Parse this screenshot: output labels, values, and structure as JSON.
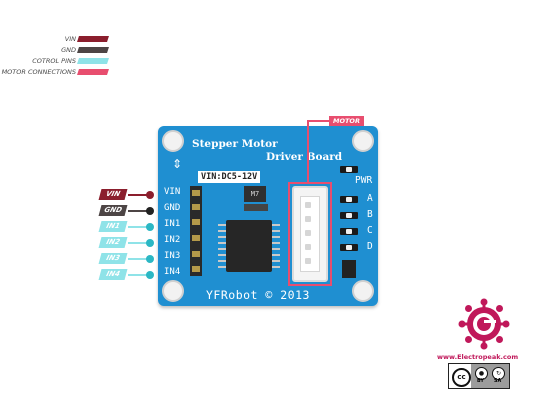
{
  "legend": [
    {
      "label": "VIN",
      "color": "#8b1e2d"
    },
    {
      "label": "GND",
      "color": "#4d4545"
    },
    {
      "label": "COTROL PINS",
      "color": "#8fe3e8"
    },
    {
      "label": "MOTOR CONNECTIONS",
      "color": "#e84e6f"
    }
  ],
  "board": {
    "title_line1": "Stepper Motor",
    "title_line2": "Driver Board",
    "vin_spec": "VIN:DC5-12V",
    "regulator": "M7",
    "footer": "YFRobot © 2013",
    "color": "#1f8fd1"
  },
  "header_pins": [
    "VIN",
    "GND",
    "IN1",
    "IN2",
    "IN3",
    "IN4"
  ],
  "pin_tags": [
    {
      "label": "VIN",
      "color": "#8b1e2d"
    },
    {
      "label": "GND",
      "color": "#4d4545"
    },
    {
      "label": "IN1",
      "color": "#8fe3e8"
    },
    {
      "label": "IN2",
      "color": "#8fe3e8"
    },
    {
      "label": "IN3",
      "color": "#8fe3e8"
    },
    {
      "label": "IN4",
      "color": "#8fe3e8"
    }
  ],
  "leds": [
    "PWR",
    "A",
    "B",
    "C",
    "D"
  ],
  "motor_tag": "MOTOR",
  "brand": {
    "url": "www.Electropeak.com",
    "color": "#c0185a",
    "license_by": "BY",
    "license_sa": "SA",
    "cc": "cc"
  }
}
